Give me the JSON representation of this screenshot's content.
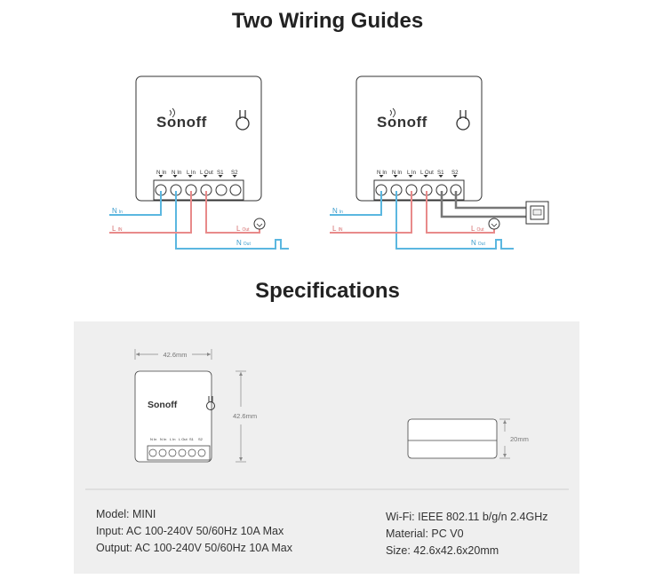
{
  "titles": {
    "wiring": "Two Wiring Guides",
    "specs": "Specifications"
  },
  "device": {
    "brand": "Sonoff",
    "terminals": [
      "N In",
      "N In",
      "L In",
      "L Out",
      "S1",
      "S2"
    ]
  },
  "wiring_labels": {
    "n_in_main": "N",
    "n_in_sub": "In",
    "l_in_main": "L",
    "l_in_sub": "IN",
    "l_out_main": "L",
    "l_out_sub": "Out",
    "n_out_main": "N",
    "n_out_sub": "Out"
  },
  "dimensions": {
    "width": "42.6mm",
    "height": "42.6mm",
    "depth": "20mm"
  },
  "specs_left": [
    "Model: MINI",
    "Input: AC 100-240V 50/60Hz 10A Max",
    "Output: AC 100-240V 50/60Hz 10A Max"
  ],
  "specs_right": [
    "Wi-Fi: IEEE 802.11 b/g/n 2.4GHz",
    "Material: PC V0",
    "Size: 42.6x42.6x20mm"
  ],
  "colors": {
    "neutral_wire": "#5bb7e0",
    "live_wire": "#e88a8a",
    "switch_wire": "#777777",
    "outline": "#333333"
  }
}
